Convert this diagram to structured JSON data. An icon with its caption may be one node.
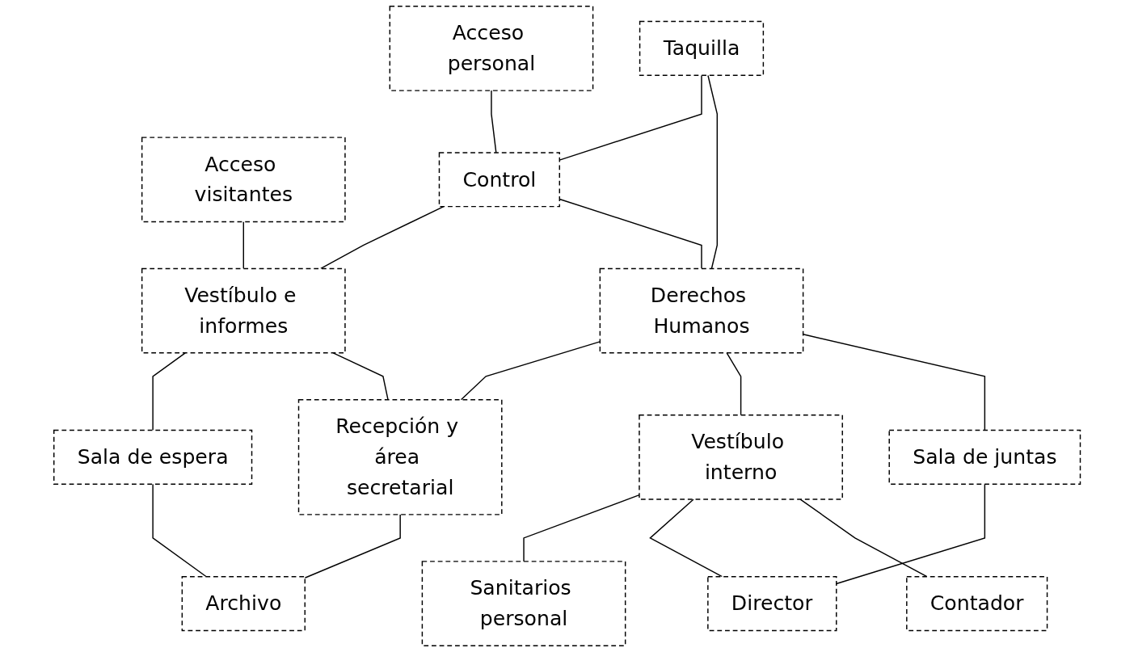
{
  "diagram": {
    "nodes": [
      {
        "text": [
          "Acceso personal"
        ]
      },
      {
        "text": [
          "Acceso visitantes"
        ]
      },
      {
        "text": [
          "Taquilla"
        ]
      },
      {
        "text": [
          "Control"
        ]
      },
      {
        "text": [
          "Vestíbulo e informes"
        ]
      },
      {
        "text": [
          "Sala de espera"
        ]
      },
      {
        "text": [
          "Derechos Humanos"
        ]
      },
      {
        "text": [
          "Recepción y área secretarial"
        ]
      },
      {
        "text": [
          "Archivo"
        ]
      },
      {
        "text": [
          "Vestíbulo interno"
        ]
      },
      {
        "text": [
          "Sanitarios personal"
        ]
      },
      {
        "text": [
          "Sala de juntas"
        ]
      },
      {
        "text": [
          "Director"
        ]
      },
      {
        "text": [
          "Contador"
        ]
      }
    ],
    "edges": [
      {
        "from": 0,
        "to": 3,
        "arrow": "none"
      },
      {
        "from": 1,
        "to": 4,
        "arrow": "none"
      },
      {
        "from": 2,
        "to": 3,
        "arrow": "none"
      },
      {
        "from": 3,
        "to": 4,
        "arrow": "none"
      },
      {
        "from": 4,
        "to": 5,
        "arrow": "none"
      },
      {
        "from": 2,
        "to": 6,
        "arrow": "none"
      },
      {
        "from": 3,
        "to": 6,
        "arrow": "none"
      },
      {
        "from": 4,
        "to": 7,
        "arrow": "none"
      },
      {
        "from": 5,
        "to": 8,
        "arrow": "none"
      },
      {
        "from": 6,
        "to": 7,
        "arrow": "none"
      },
      {
        "from": 7,
        "to": 8,
        "arrow": "none"
      },
      {
        "from": 6,
        "to": 9,
        "arrow": "none"
      },
      {
        "from": 6,
        "to": 11,
        "arrow": "none"
      },
      {
        "from": 9,
        "to": 10,
        "arrow": "none"
      },
      {
        "from": 11,
        "to": 12,
        "arrow": "none"
      },
      {
        "from": 9,
        "to": 12,
        "arrow": "none"
      },
      {
        "from": 9,
        "to": 13,
        "arrow": "none"
      }
    ]
  }
}
